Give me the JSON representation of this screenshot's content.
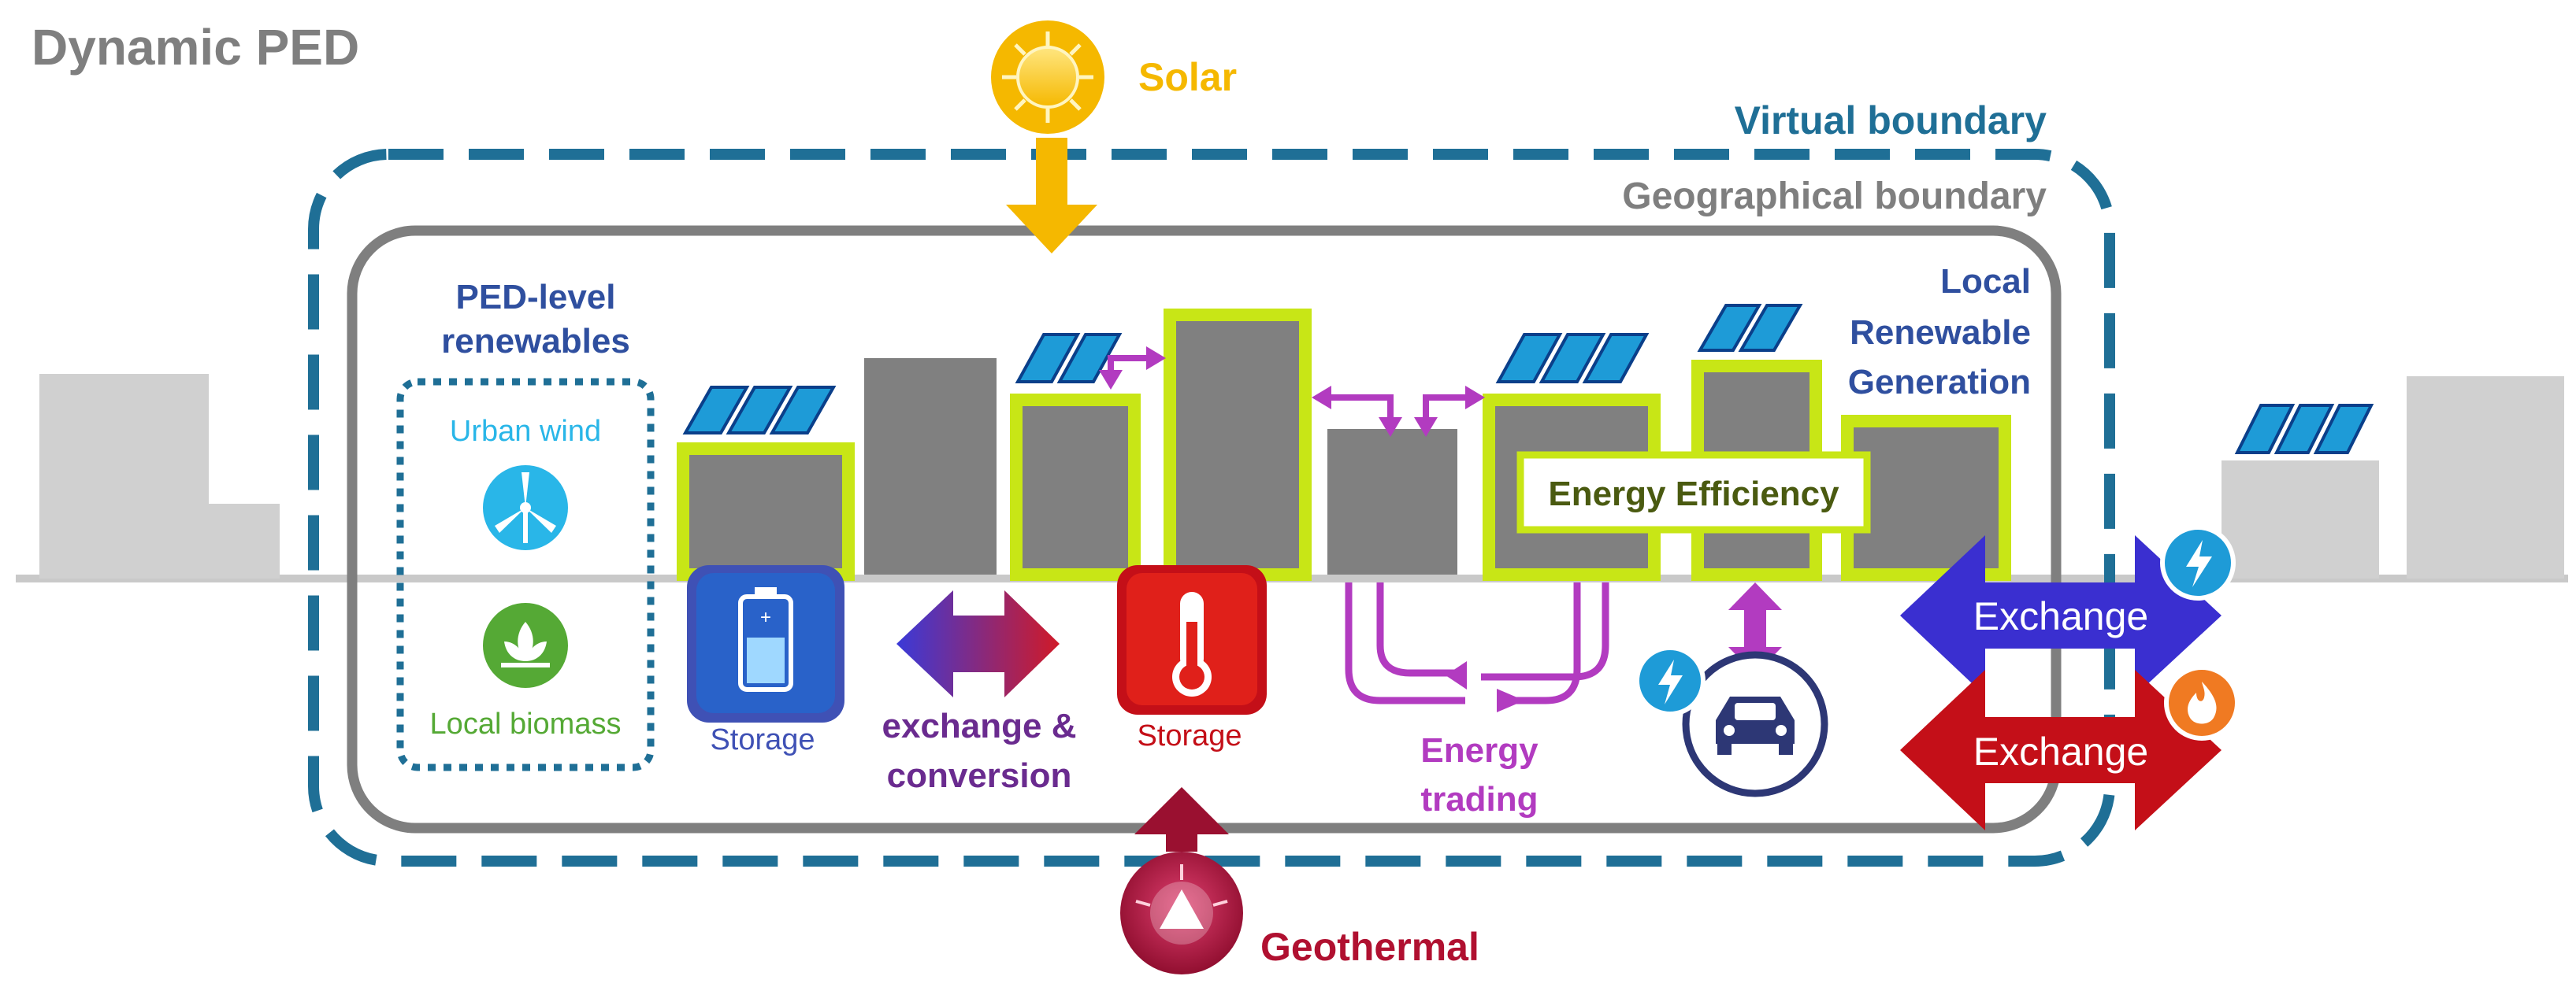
{
  "title": "Dynamic PED",
  "labels": {
    "solar": "Solar",
    "geothermal": "Geothermal",
    "virtual_boundary": "Virtual boundary",
    "geographical_boundary": "Geographical boundary",
    "ped_renewables_line1": "PED-level",
    "ped_renewables_line2": "renewables",
    "urban_wind": "Urban wind",
    "local_biomass": "Local biomass",
    "local_gen_line1": "Local",
    "local_gen_line2": "Renewable",
    "local_gen_line3": "Generation",
    "energy_efficiency": "Energy Efficiency",
    "storage_battery": "Storage",
    "storage_thermal": "Storage",
    "exchange_conv_line1": "exchange &",
    "exchange_conv_line2": "conversion",
    "energy_trading_line1": "Energy",
    "energy_trading_line2": "trading",
    "exchange_electric": "Exchange",
    "exchange_heat": "Exchange"
  },
  "colors": {
    "title": "#7f7f7f",
    "solar": "#f5b800",
    "geothermal": "#b01030",
    "virtual_boundary": "#1f6f96",
    "geo_boundary": "#7f7f7f",
    "building": "#808080",
    "building_green": "#c8e616",
    "building_neutral": "#d0d0d0",
    "panel": "#1e9bd7",
    "ped_heading": "#2f4f9f",
    "urban_wind": "#29b6e8",
    "local_biomass": "#55a935",
    "storage_battery": "#3f51b5",
    "storage_thermal": "#c40f18",
    "exchange_conv_text": "#6a2b8f",
    "trading": "#b23bc0",
    "exchange_electric": "#3a2fd0",
    "exchange_heat": "#c40f18",
    "efficiency_text": "#4a5a10"
  },
  "icons": {
    "sun": "sun-icon",
    "geothermal": "geothermal-icon",
    "wind": "wind-turbine-icon",
    "biomass": "leaf-icon",
    "battery": "battery-icon",
    "thermometer": "thermometer-icon",
    "car": "car-icon",
    "lightning": "lightning-icon",
    "flame": "flame-icon"
  }
}
